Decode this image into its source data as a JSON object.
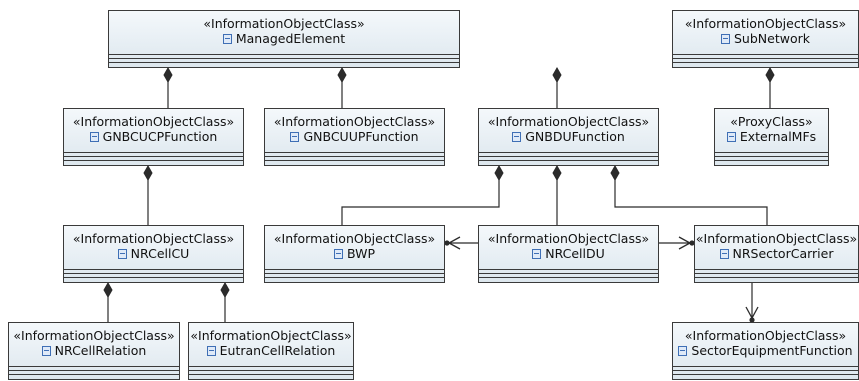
{
  "classes": [
    {
      "id": "managed-element",
      "stereotype": "«InformationObjectClass»",
      "name": "ManagedElement"
    },
    {
      "id": "subnetwork",
      "stereotype": "«InformationObjectClass»",
      "name": "SubNetwork"
    },
    {
      "id": "gnbcucp",
      "stereotype": "«InformationObjectClass»",
      "name": "GNBCUCPFunction"
    },
    {
      "id": "gnbcuup",
      "stereotype": "«InformationObjectClass»",
      "name": "GNBCUUPFunction"
    },
    {
      "id": "gnbdu",
      "stereotype": "«InformationObjectClass»",
      "name": "GNBDUFunction"
    },
    {
      "id": "external-mfs",
      "stereotype": "«ProxyClass»",
      "name": "ExternalMFs"
    },
    {
      "id": "nrcellcu",
      "stereotype": "«InformationObjectClass»",
      "name": "NRCellCU"
    },
    {
      "id": "bwp",
      "stereotype": "«InformationObjectClass»",
      "name": "BWP"
    },
    {
      "id": "nrcelldu",
      "stereotype": "«InformationObjectClass»",
      "name": "NRCellDU"
    },
    {
      "id": "nrsectorcarrier",
      "stereotype": "«InformationObjectClass»",
      "name": "NRSectorCarrier"
    },
    {
      "id": "nrcellrelation",
      "stereotype": "«InformationObjectClass»",
      "name": "NRCellRelation"
    },
    {
      "id": "eutrancellrelation",
      "stereotype": "«InformationObjectClass»",
      "name": "EutranCellRelation"
    },
    {
      "id": "sectorequipmentfunction",
      "stereotype": "«InformationObjectClass»",
      "name": "SectorEquipmentFunction"
    }
  ],
  "relations": [
    {
      "from": "managed-element",
      "to": "gnbcucp",
      "kind": "composition"
    },
    {
      "from": "managed-element",
      "to": "gnbcuup",
      "kind": "composition"
    },
    {
      "from": "managed-element",
      "to": "gnbdu",
      "kind": "composition"
    },
    {
      "from": "subnetwork",
      "to": "external-mfs",
      "kind": "composition"
    },
    {
      "from": "gnbcucp",
      "to": "nrcellcu",
      "kind": "composition"
    },
    {
      "from": "gnbdu",
      "to": "bwp",
      "kind": "composition"
    },
    {
      "from": "gnbdu",
      "to": "nrcelldu",
      "kind": "composition"
    },
    {
      "from": "gnbdu",
      "to": "nrsectorcarrier",
      "kind": "composition"
    },
    {
      "from": "nrcellcu",
      "to": "nrcellrelation",
      "kind": "composition"
    },
    {
      "from": "nrcellcu",
      "to": "eutrancellrelation",
      "kind": "composition"
    },
    {
      "from": "nrcelldu",
      "to": "bwp",
      "kind": "association"
    },
    {
      "from": "nrcelldu",
      "to": "nrsectorcarrier",
      "kind": "association"
    },
    {
      "from": "nrsectorcarrier",
      "to": "sectorequipmentfunction",
      "kind": "association"
    }
  ],
  "colors": {
    "line": "#2b2b2b",
    "box_border": "#3a3a3a",
    "box_fill_top": "#f4f8fb",
    "box_fill_bottom": "#dde7ee",
    "class_icon": "#3f6fb5"
  },
  "icons": {
    "class": "class-icon"
  }
}
